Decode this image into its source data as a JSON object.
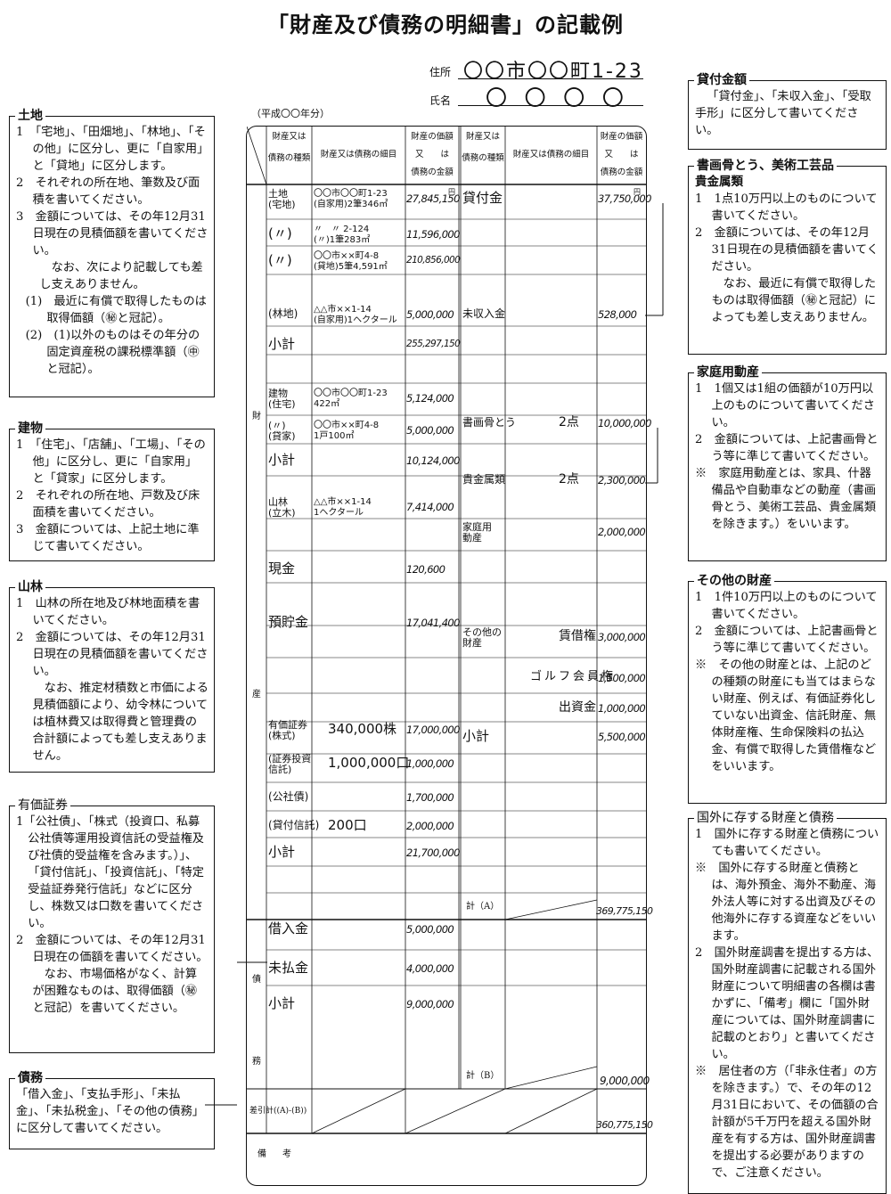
{
  "title": "「財産及び債務の明細書」の記載例",
  "header": {
    "address_label": "住所",
    "address_value": "〇〇市〇〇町1-23",
    "name_label": "氏名",
    "name_value": "〇 〇 〇 〇",
    "year": "（平成〇〇年分）"
  },
  "table": {
    "col_headers": {
      "kind": [
        "財産又は",
        "債務の種類"
      ],
      "detail": "財産又は債務の細目",
      "value": [
        "財産の価額",
        "又　　は",
        "債務の金額"
      ]
    },
    "side_labels": {
      "zai": "財",
      "san": "産",
      "sai": "債",
      "mu": "務"
    },
    "yen": "円",
    "left_rows": [
      {
        "kind": "土地\n(宅地)",
        "detail": "〇〇市〇〇町1-23\n(自家用)2筆346㎡",
        "amount": "27,845,150"
      },
      {
        "kind": "(〃)",
        "detail": "〃　〃 2-124\n(〃)1筆283㎡",
        "amount": "11,596,000"
      },
      {
        "kind": "(〃)",
        "detail": "〇〇市××町4-8\n(貸地)5筆4,591㎡",
        "amount": "210,856,000"
      },
      {
        "kind": "(林地)",
        "detail": "△△市××1-14\n(自家用)1ヘクタール",
        "amount": "5,000,000"
      },
      {
        "kind": "小計",
        "detail": "",
        "amount": "255,297,150"
      },
      {
        "kind": "建物\n(住宅)",
        "detail": "〇〇市〇〇町1-23\n422㎡",
        "amount": "5,124,000"
      },
      {
        "kind": "(〃)\n(貸家)",
        "detail": "〇〇市××町4-8\n1戸100㎡",
        "amount": "5,000,000"
      },
      {
        "kind": "小計",
        "detail": "",
        "amount": "10,124,000"
      },
      {
        "kind": "山林\n(立木)",
        "detail": "△△市××1-14\n1ヘクタール",
        "amount": "7,414,000"
      },
      {
        "kind": "現金",
        "detail": "",
        "amount": "120,600"
      },
      {
        "kind": "預貯金",
        "detail": "",
        "amount": "17,041,400"
      },
      {
        "kind": "有価証券\n(株式)",
        "detail": "340,000株",
        "amount": "17,000,000"
      },
      {
        "kind": "(証券投資\n信託)",
        "detail": "1,000,000口",
        "amount": "1,000,000"
      },
      {
        "kind": "(公社債)",
        "detail": "",
        "amount": "1,700,000"
      },
      {
        "kind": "(貸付信託)",
        "detail": "200口",
        "amount": "2,000,000"
      },
      {
        "kind": "小計",
        "detail": "",
        "amount": "21,700,000"
      },
      {
        "kind": "借入金",
        "detail": "",
        "amount": "5,000,000"
      },
      {
        "kind": "未払金",
        "detail": "",
        "amount": "4,000,000"
      },
      {
        "kind": "小計",
        "detail": "",
        "amount": "9,000,000"
      }
    ],
    "right_rows": [
      {
        "kind": "貸付金",
        "detail": "",
        "amount": "37,750,000"
      },
      {
        "kind": "未収入金",
        "detail": "",
        "amount": "528,000"
      },
      {
        "kind": "書画骨とう",
        "detail": "2点",
        "amount": "10,000,000"
      },
      {
        "kind": "貴金属類",
        "detail": "2点",
        "amount": "2,300,000"
      },
      {
        "kind": "家庭用\n動産",
        "detail": "",
        "amount": "2,000,000"
      },
      {
        "kind": "その他の\n財産",
        "detail": "賃借権",
        "amount": "3,000,000"
      },
      {
        "kind": "",
        "detail": "ゴルフ会員権",
        "amount": "1,500,000"
      },
      {
        "kind": "",
        "detail": "出資金",
        "amount": "1,000,000"
      },
      {
        "kind": "小計",
        "detail": "",
        "amount": "5,500,000"
      }
    ],
    "total_a_label": "計（A）",
    "total_a": "369,775,150",
    "total_b_label": "計（B）",
    "total_b": "9,000,000",
    "diff_label": "差引計((A)-(B))",
    "diff": "360,775,150",
    "remarks_label": "備　考"
  },
  "notes": {
    "land": {
      "title": "土地",
      "items": [
        "1　「宅地」、「田畑地」、「林地」、「その他」に区分し、更に「自家用」と「貸地」に区分します。",
        "2　それぞれの所在地、筆数及び面積を書いてください。",
        "3　金額については、その年12月31日現在の見積価額を書いてください。",
        "なお、次により記載しても差し支えありません。",
        "(1)　最近に有償で取得したものは取得価額（㊙と冠記）。",
        "(2)　(1)以外のものはその年分の固定資産税の課税標準額（㊥と冠記）。"
      ]
    },
    "building": {
      "title": "建物",
      "items": [
        "1　「住宅」、「店舗」、「工場」、「その他」に区分し、更に「自家用」と「貸家」に区分します。",
        "2　それぞれの所在地、戸数及び床面積を書いてください。",
        "3　金額については、上記土地に準じて書いてください。"
      ]
    },
    "forest": {
      "title": "山林",
      "items": [
        "1　山林の所在地及び林地面積を書いてください。",
        "2　金額については、その年12月31日現在の見積価額を書いてください。",
        "なお、推定材積数と市価による見積価額により、幼令林については植林費又は取得費と管理費の合計額によっても差し支えありません。"
      ]
    },
    "securities": {
      "title": "有価証券",
      "items": [
        "1「公社債」、「株式（投資口、私募公社債等運用投資信託の受益権及び社債的受益権を含みます。）」、「貸付信託」、「投資信託」、「特定受益証券発行信託」などに区分し、株数又は口数を書いてください。",
        "2　金額については、その年12月31日現在の価額を書いてください。",
        "なお、市場価格がなく、計算が困難なものは、取得価額（㊙と冠記）を書いてください。"
      ]
    },
    "debt": {
      "title": "債務",
      "items": [
        "「借入金」、「支払手形」、「未払金」、「未払税金」、「その他の債務」に区分して書いてください。"
      ]
    },
    "loans": {
      "title": "貸付金額",
      "items": [
        "「貸付金」、「未収入金」、「受取手形」に区分して書いてください。"
      ]
    },
    "art": {
      "title": "書画骨とう、美術工芸品",
      "subtitle": "貴金属類",
      "items": [
        "1　1点10万円以上のものについて書いてください。",
        "2　金額については、その年12月31日現在の見積価額を書いてください。",
        "なお、最近に有償で取得したものは取得価額（㊙と冠記）によっても差し支えありません。"
      ]
    },
    "household": {
      "title": "家庭用動産",
      "items": [
        "1　1個又は1組の価額が10万円以上のものについて書いてください。",
        "2　金額については、上記書画骨とう等に準じて書いてください。",
        "※　家庭用動産とは、家具、什器備品や自動車などの動産（書画骨とう、美術工芸品、貴金属類を除きます。）をいいます。"
      ]
    },
    "other": {
      "title": "その他の財産",
      "items": [
        "1　1件10万円以上のものについて書いてください。",
        "2　金額については、上記書画骨とう等に準じて書いてください。",
        "※　その他の財産とは、上記のどの種類の財産にも当てはまらない財産、例えば、有価証券化していない出資金、信託財産、無体財産権、生命保険料の払込金、有償で取得した賃借権などをいいます。"
      ]
    },
    "overseas": {
      "title": "国外に存する財産と債務",
      "items": [
        "1　国外に存する財産と債務についても書いてください。",
        "※　国外に存する財産と債務とは、海外預金、海外不動産、海外法人等に対する出資及びその他海外に存する資産などをいいます。",
        "2　国外財産調書を提出する方は、国外財産調書に記載される国外財産について明細書の各欄は書かずに、「備考」欄に「国外財産については、国外財産調書に記載のとおり」と書いてください。",
        "※　居住者の方（「非永住者」の方を除きます。）で、その年の12月31日において、その価額の合計額が5千万円を超える国外財産を有する方は、国外財産調書を提出する必要がありますので、ご注意ください。"
      ]
    }
  }
}
